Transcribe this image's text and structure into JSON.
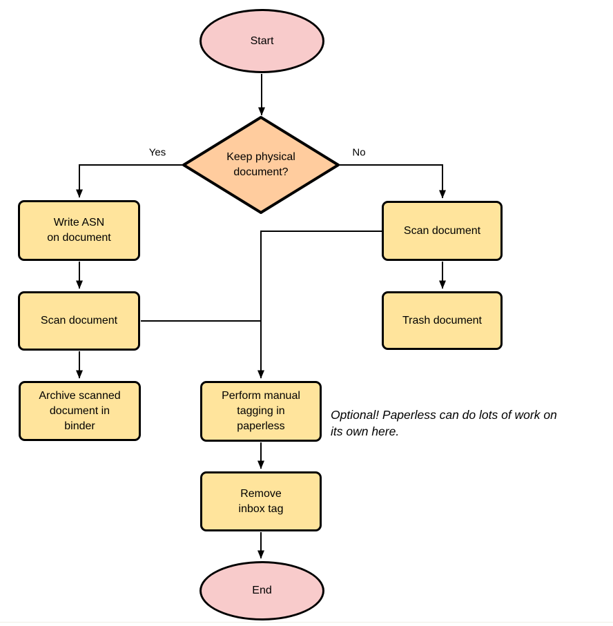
{
  "colors": {
    "background": "#FFFFFF",
    "stroke": "#000000",
    "terminal_fill": "#F8CBCB",
    "decision_fill": "#FFCC9E",
    "process_fill": "#FFE49C",
    "annotation_text": "#000000",
    "divider": "#F0EDE5"
  },
  "nodes": {
    "start": {
      "label": "Start",
      "shape": "ellipse"
    },
    "decision": {
      "label": "Keep physical\ndocument?",
      "shape": "diamond"
    },
    "write_asn": {
      "label": "Write ASN\non document",
      "shape": "process"
    },
    "scan_left": {
      "label": "Scan document",
      "shape": "process"
    },
    "archive": {
      "label": "Archive scanned\ndocument in\nbinder",
      "shape": "process"
    },
    "scan_right": {
      "label": "Scan document",
      "shape": "process"
    },
    "trash": {
      "label": "Trash document",
      "shape": "process"
    },
    "tagging": {
      "label": "Perform manual\ntagging in\npaperless",
      "shape": "process"
    },
    "remove_inbox": {
      "label": "Remove\ninbox tag",
      "shape": "process"
    },
    "end": {
      "label": "End",
      "shape": "ellipse"
    }
  },
  "edge_labels": {
    "yes": "Yes",
    "no": "No"
  },
  "annotation": "Optional! Paperless can do lots of work on\nits own here."
}
